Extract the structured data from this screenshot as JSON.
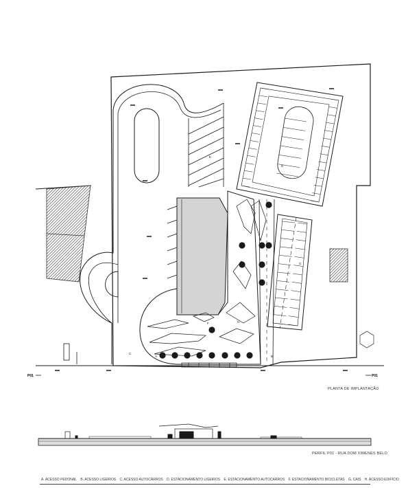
{
  "captions": {
    "plan": "PLANTA DE IMPLANTAÇÃO",
    "profile": "PERFIL P01 - RUA DOM XIMENES BELO"
  },
  "section_marks": {
    "left": "P01",
    "right": "P01"
  },
  "zone_letters": [
    "A",
    "B",
    "C",
    "D",
    "E",
    "F",
    "G",
    "H"
  ],
  "legend": [
    "A. ACESSO PEDONAL",
    "B. ACESSO LIGEIROS",
    "C. ACESSO AUTOCARROS",
    "D. ESTACIONAMENTO LIGEIROS",
    "E. ESTACIONAMENTO AUTOCARROS",
    "F. ESTACIONAMENTO BICICLETAS",
    "G. CAIS",
    "H. ACESSO EDIFÍCIO"
  ],
  "colors": {
    "line": "#1a1a1a",
    "building": "#d4d4d4",
    "hatch": "#555555"
  }
}
